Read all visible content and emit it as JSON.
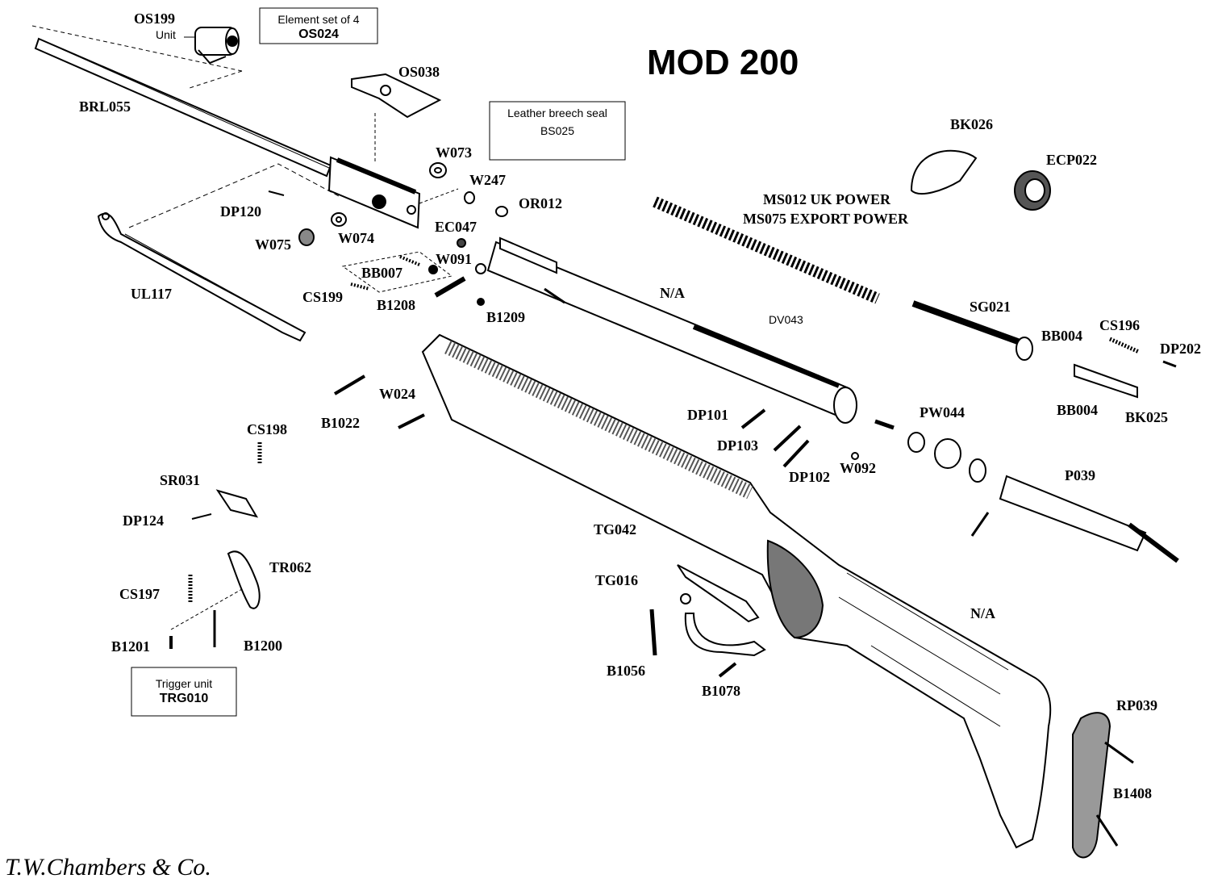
{
  "title": "MOD 200",
  "brand": "T.W.Chambers & Co.",
  "boxes": {
    "element_set": {
      "line1": "Element set of 4",
      "line2": "OS024"
    },
    "breech_seal": {
      "line1": "Leather breech seal",
      "line2": "BS025"
    },
    "trigger_unit": {
      "line1": "Trigger unit",
      "line2": "TRG010"
    }
  },
  "labels": {
    "OS199": "OS199",
    "Unit": "Unit",
    "BRL055": "BRL055",
    "OS038": "OS038",
    "W073": "W073",
    "W247": "W247",
    "OR012": "OR012",
    "DP120": "DP120",
    "W075": "W075",
    "W074": "W074",
    "EC047": "EC047",
    "W091": "W091",
    "BB007": "BB007",
    "CS199": "CS199",
    "B1208": "B1208",
    "B1209": "B1209",
    "UL117": "UL117",
    "BK026": "BK026",
    "ECP022": "ECP022",
    "MS012": "MS012 UK POWER",
    "MS075": "MS075 EXPORT POWER",
    "NA1": "N/A",
    "DV043": "DV043",
    "SG021": "SG021",
    "CS196": "CS196",
    "BB004a": "BB004",
    "DP202": "DP202",
    "BB004b": "BB004",
    "BK025": "BK025",
    "W024": "W024",
    "B1022": "B1022",
    "DP101": "DP101",
    "DP103": "DP103",
    "DP102": "DP102",
    "W092": "W092",
    "PW044": "PW044",
    "P039": "P039",
    "CS198": "CS198",
    "SR031": "SR031",
    "DP124": "DP124",
    "TR062": "TR062",
    "CS197": "CS197",
    "B1201": "B1201",
    "B1200": "B1200",
    "TG042": "TG042",
    "TG016": "TG016",
    "B1056": "B1056",
    "B1078": "B1078",
    "NA2": "N/A",
    "RP039": "RP039",
    "B1408": "B1408"
  },
  "colors": {
    "ink": "#000000",
    "paper": "#ffffff"
  }
}
